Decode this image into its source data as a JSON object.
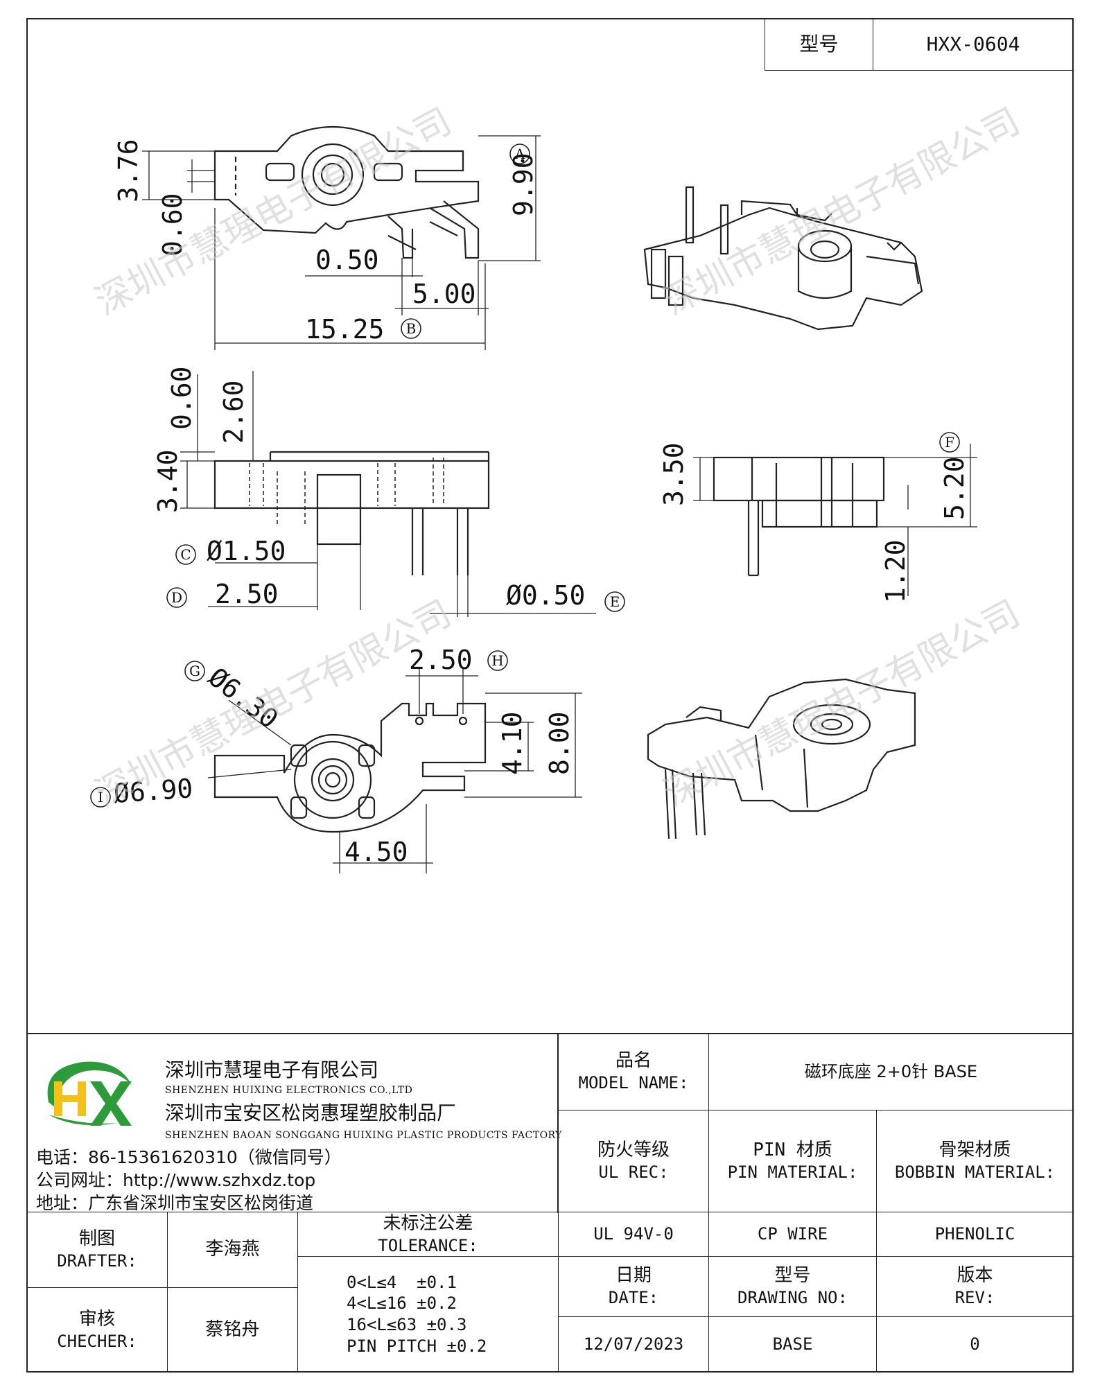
{
  "header": {
    "model_label": "型号",
    "model_value": "HXX-0604"
  },
  "dimensions": {
    "top_view": [
      "3.76",
      "0.60",
      "9.90",
      "0.50",
      "5.00",
      "15.25"
    ],
    "side_view": [
      "0.60",
      "2.60",
      "3.40",
      "Ø1.50",
      "2.50",
      "Ø0.50"
    ],
    "end_view": [
      "3.50",
      "5.20",
      "1.20"
    ],
    "bottom_view": [
      "2.50",
      "Ø6.30",
      "Ø6.90",
      "4.10",
      "8.00",
      "4.50"
    ],
    "circle_labels": [
      "A",
      "B",
      "C",
      "D",
      "E",
      "F",
      "G",
      "H",
      "I"
    ]
  },
  "watermark": "深圳市慧瑆电子有限公司",
  "company": {
    "name_cn": "深圳市慧瑆电子有限公司",
    "name_en": "SHENZHEN HUIXING ELECTRONICS CO.,LTD",
    "factory_cn": "深圳市宝安区松岗惠瑆塑胶制品厂",
    "factory_en": "SHENZHEN BAOAN SONGGANG HUIXING PLASTIC PRODUCTS FACTORY",
    "phone": "电话：86-15361620310（微信同号）",
    "website": "公司网址：http://www.szhxdz.top",
    "address": "地址：广东省深圳市宝安区松岗街道"
  },
  "title_block": {
    "model_name_label_cn": "品名",
    "model_name_label_en": "MODEL NAME:",
    "model_name_value": "磁环底座 2+0针 BASE",
    "ul_label_cn": "防火等级",
    "ul_label_en": "UL REC:",
    "pin_label_cn": "PIN 材质",
    "pin_label_en": "PIN MATERIAL:",
    "bobbin_label_cn": "骨架材质",
    "bobbin_label_en": "BOBBIN MATERIAL:",
    "ul_value": "UL 94V-0",
    "pin_value": "CP WIRE",
    "bobbin_value": "PHENOLIC",
    "drafter_label_cn": "制图",
    "drafter_label_en": "DRAFTER:",
    "drafter_value": "李海燕",
    "checker_label_cn": "审核",
    "checker_label_en": "CHECHER:",
    "checker_value": "蔡铭舟",
    "tolerance_label_cn": "未标注公差",
    "tolerance_label_en": "TOLERANCE:",
    "tolerance_lines": [
      "0<L≤4  ±0.1",
      "4<L≤16 ±0.2",
      "16<L≤63 ±0.3",
      "PIN PITCH ±0.2"
    ],
    "date_label_cn": "日期",
    "date_label_en": "DATE:",
    "date_value": "12/07/2023",
    "drawing_no_label_cn": "型号",
    "drawing_no_label_en": "DRAWING NO:",
    "drawing_no_value": "BASE",
    "rev_label_cn": "版本",
    "rev_label_en": "REV:",
    "rev_value": "0"
  },
  "colors": {
    "logo_green": "#2e9b3a",
    "logo_yellow": "#f2c21b",
    "line": "#222222",
    "watermark": "#c8c8c8"
  }
}
